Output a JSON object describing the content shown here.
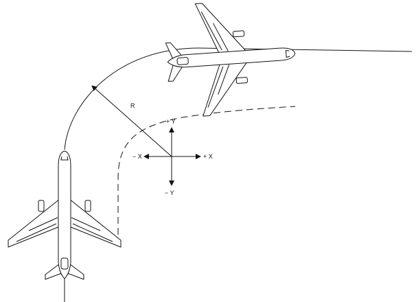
{
  "labels": {
    "radius": "R",
    "plus_y": "+ Y",
    "minus_y": "− Y",
    "minus_x": "− X",
    "plus_x": "+ X"
  },
  "style": {
    "ink": "#111111",
    "background": "#ffffff"
  }
}
